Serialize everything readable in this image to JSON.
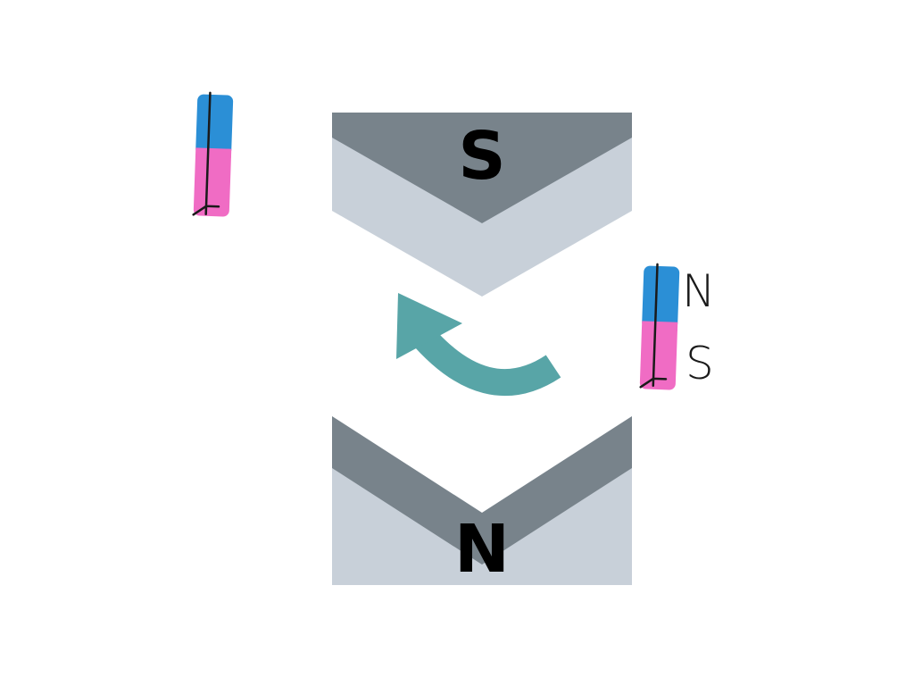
{
  "magnet": {
    "top_pole_label": "S",
    "bottom_pole_label": "N"
  },
  "compass_needle_right": {
    "north_label": "N",
    "south_label": "S"
  },
  "colors": {
    "pole_dark": "#78838b",
    "pole_light": "#c8d0d9",
    "needle_north": "#2b8fd6",
    "needle_south": "#f06cc4",
    "arrow": "#58a5a7",
    "outline": "#1a1a1a"
  },
  "icons": {
    "rotation_arrow": "counterclockwise-curved-arrow-icon"
  }
}
